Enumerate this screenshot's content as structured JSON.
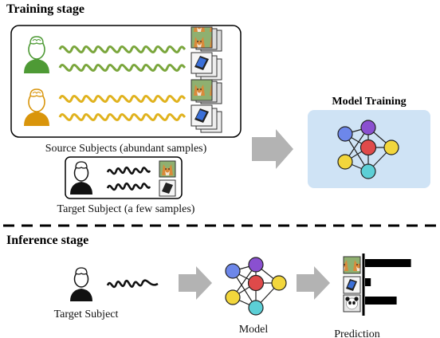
{
  "training": {
    "title": "Training stage",
    "source_caption": "Source Subjects (abundant samples)",
    "target_caption": "Target Subject (a few samples)",
    "model_title": "Model Training"
  },
  "inference": {
    "title": "Inference stage",
    "subject_caption": "Target Subject",
    "model_caption": "Model",
    "prediction_caption": "Prediction"
  },
  "prediction_scores": [
    0.8,
    0.1,
    0.55
  ],
  "colors": {
    "green_subject": "#4e9a35",
    "orange_subject": "#d9950b",
    "green_signal": "#7aa63c",
    "yellow_signal": "#e0b21e",
    "black_signal": "#111111",
    "arrow_gray": "#b3b3b3",
    "model_panel": "#cfe3f5",
    "node_blue": "#6d87ea",
    "node_purple": "#8a50d0",
    "node_red": "#df4a4a",
    "node_yellow": "#f2d63c",
    "node_cyan": "#5ccfd6"
  },
  "icons": {
    "subject": "person-with-brain-icon",
    "dog": "corgi-photo-icon",
    "laptop": "laptop-photo-icon",
    "panda": "panda-photo-icon"
  }
}
